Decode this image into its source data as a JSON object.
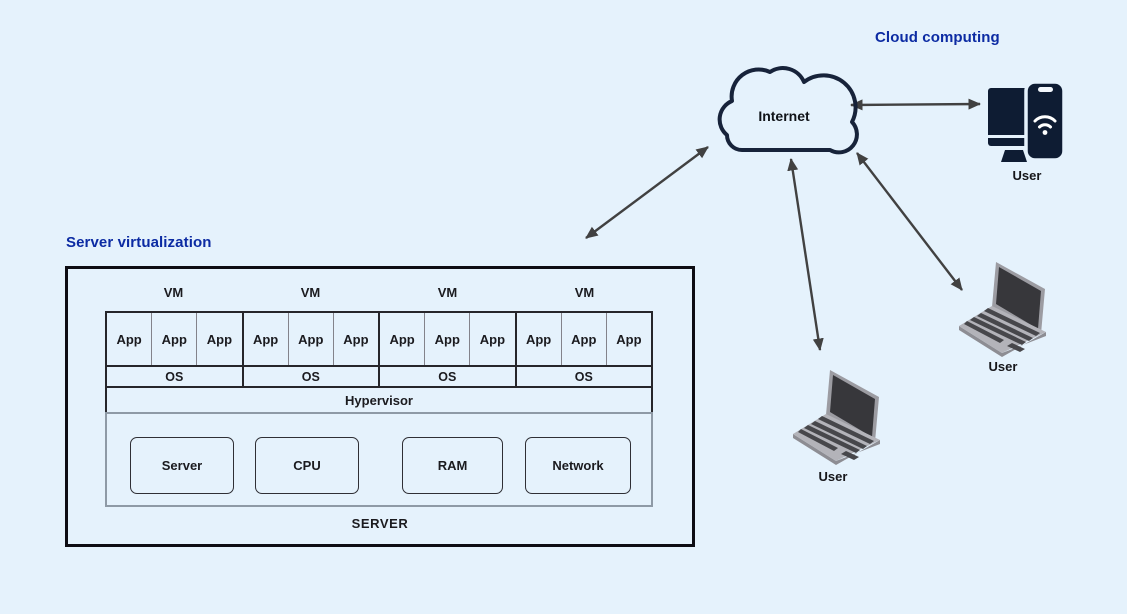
{
  "titles": {
    "cloud": "Cloud computing",
    "server": "Server virtualization"
  },
  "cloud": {
    "label": "Internet"
  },
  "users": [
    {
      "label": "User",
      "device": "monitor-and-smartphone"
    },
    {
      "label": "User",
      "device": "laptop"
    },
    {
      "label": "User",
      "device": "laptop"
    }
  ],
  "connections": [
    {
      "from": "internet-cloud",
      "to": "server-virtualization-box",
      "style": "double-arrow"
    },
    {
      "from": "internet-cloud",
      "to": "user-laptop-left",
      "style": "double-arrow"
    },
    {
      "from": "internet-cloud",
      "to": "user-laptop-right",
      "style": "double-arrow"
    },
    {
      "from": "internet-cloud",
      "to": "user-devices",
      "style": "double-arrow"
    }
  ],
  "server_virtualization": {
    "vms": [
      {
        "label": "VM",
        "os": "OS",
        "apps": [
          "App",
          "App",
          "App"
        ]
      },
      {
        "label": "VM",
        "os": "OS",
        "apps": [
          "App",
          "App",
          "App"
        ]
      },
      {
        "label": "VM",
        "os": "OS",
        "apps": [
          "App",
          "App",
          "App"
        ]
      },
      {
        "label": "VM",
        "os": "OS",
        "apps": [
          "App",
          "App",
          "App"
        ]
      }
    ],
    "hypervisor": "Hypervisor",
    "resources": [
      "Server",
      "CPU",
      "RAM",
      "Network"
    ],
    "server_label": "SERVER"
  },
  "colors": {
    "background": "#e5f2fc",
    "title_blue": "#0c2ba3",
    "arrow": "#414141",
    "outline_dark": "#17233a",
    "icon_navy": "#0e1c33",
    "laptop_gray": "#b3b3b9"
  }
}
